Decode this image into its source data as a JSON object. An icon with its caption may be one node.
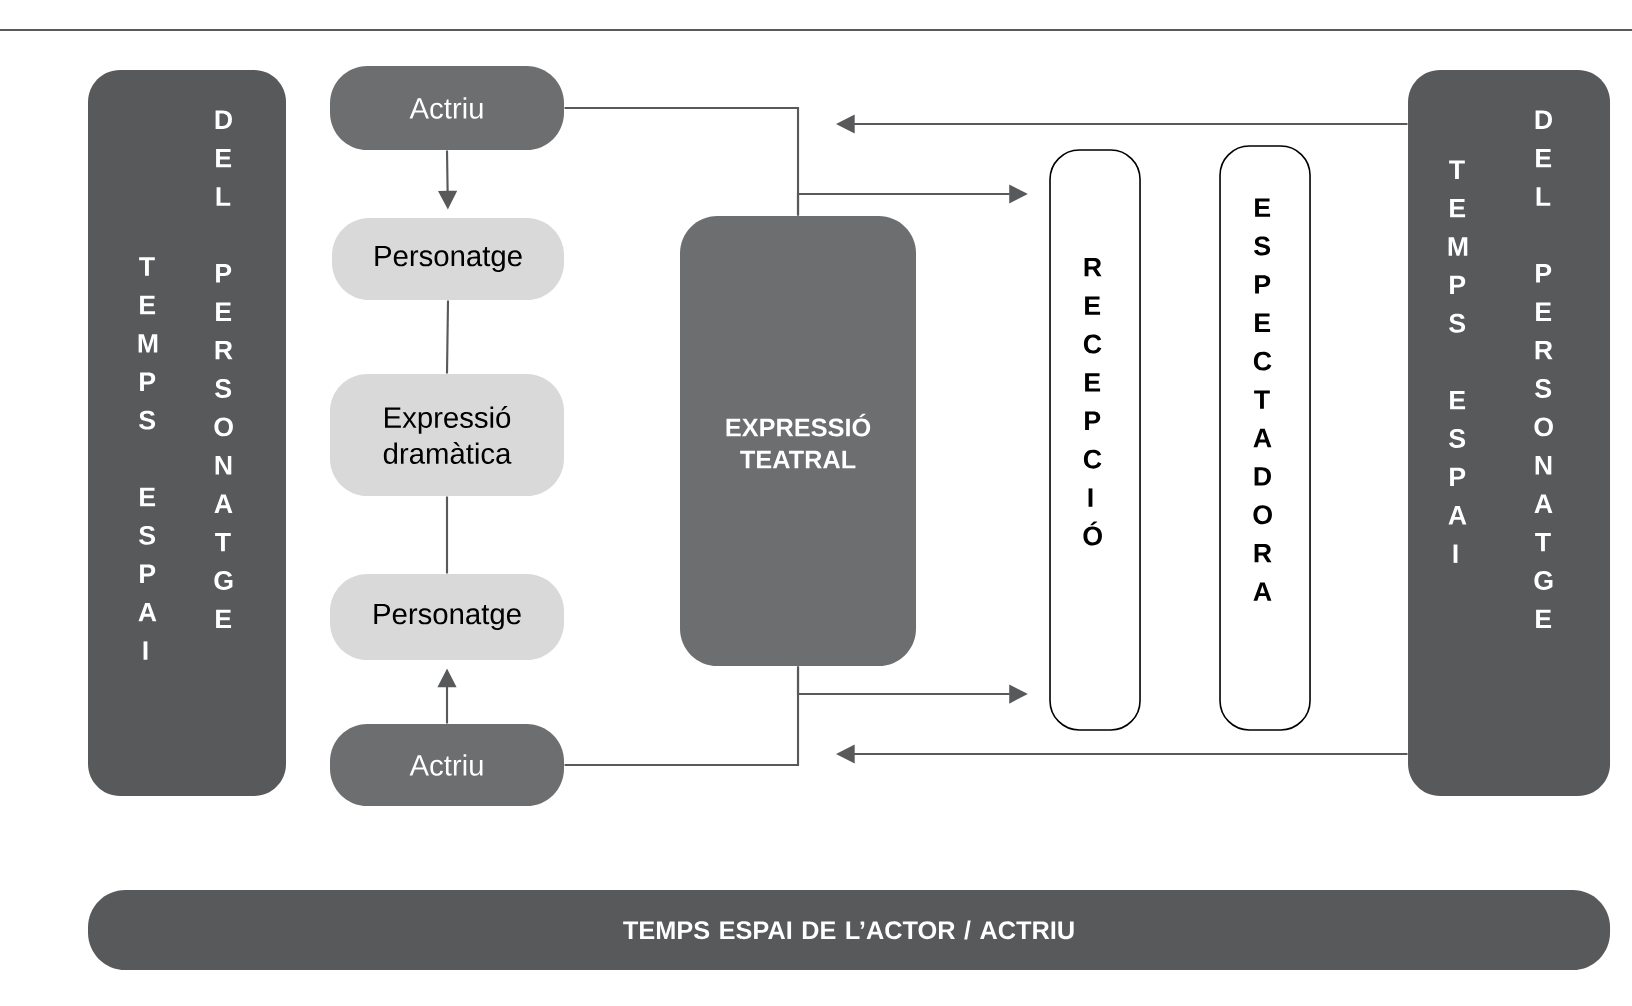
{
  "diagram": {
    "nodes": [
      {
        "text": [
          "TEMPS ESPAI",
          "DEL PERSONATGE"
        ]
      },
      {
        "text": [
          "Actriu"
        ]
      },
      {
        "text": [
          "Personatge"
        ]
      },
      {
        "text": [
          "Expressió dramàtica"
        ]
      },
      {
        "text": [
          "Personatge"
        ]
      },
      {
        "text": [
          "Actriu"
        ]
      },
      {
        "text": [
          "EXPRESSIÓ TEATRAL"
        ]
      },
      {
        "text": [
          "RECEPCIÓ"
        ]
      },
      {
        "text": [
          "ESPECTADORA"
        ]
      },
      {
        "text": [
          "TEMPS ESPAI",
          "DEL PERSONATGE"
        ]
      },
      {
        "text": [
          "TEMPS ESPAI DE L’ACTOR / ACTRIU"
        ]
      }
    ],
    "edges": [
      {
        "from": 1,
        "to": 2,
        "arrow": "to"
      },
      {
        "from": 2,
        "to": 3,
        "arrow": "none"
      },
      {
        "from": 3,
        "to": 4,
        "arrow": "none"
      },
      {
        "from": 5,
        "to": 4,
        "arrow": "to"
      },
      {
        "from": 1,
        "to": 6,
        "arrow": "none"
      },
      {
        "from": 6,
        "to": 7,
        "arrow": "to"
      },
      {
        "from": 5,
        "to": 6,
        "arrow": "none"
      },
      {
        "from": 6,
        "to": 7,
        "arrow": "to"
      },
      {
        "from": 9,
        "to": null,
        "arrow": "to"
      },
      {
        "from": 9,
        "to": null,
        "arrow": "to"
      }
    ]
  }
}
